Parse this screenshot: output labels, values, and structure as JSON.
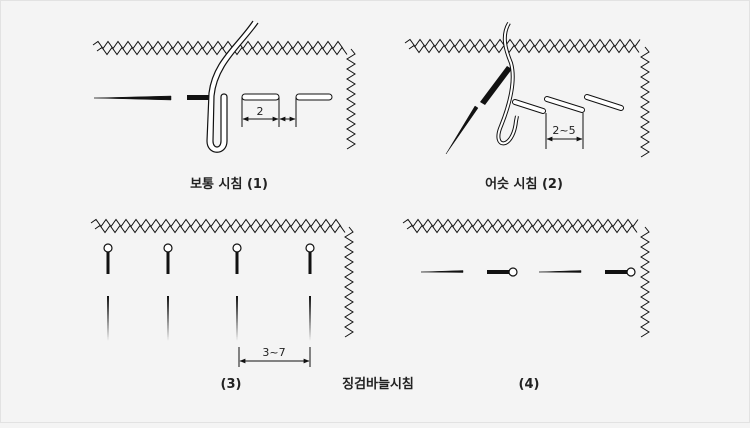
{
  "panels": [
    {
      "label": "보통 시침 (1)",
      "dimension": "2"
    },
    {
      "label": "어슷 시침 (2)",
      "dimension": "2~5"
    },
    {
      "label": "(3)",
      "dimension": "3~7"
    },
    {
      "label": "(4)"
    }
  ],
  "caption": "징검바늘시침",
  "colors": {
    "background": "#f4f4f4",
    "ink": "#111111"
  }
}
